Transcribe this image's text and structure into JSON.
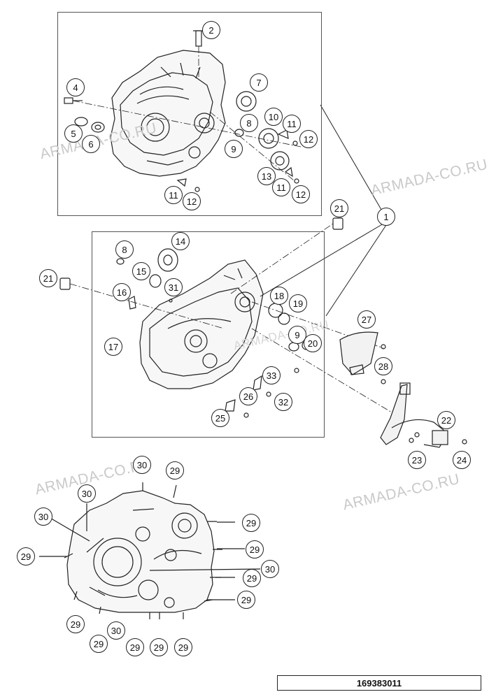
{
  "watermark": "ARMADA-CO.RU",
  "drawing_number": "169383011",
  "callouts": {
    "c1": "1",
    "c2": "2",
    "c4": "4",
    "c5": "5",
    "c6": "6",
    "c7": "7",
    "c8": "8",
    "c9": "9",
    "c10": "10",
    "c11a": "11",
    "c12a": "12",
    "c13": "13",
    "c11b": "11",
    "c12b": "12",
    "c11c": "11",
    "c12c": "12",
    "c14": "14",
    "c8b": "8",
    "c15": "15",
    "c16": "16",
    "c31": "31",
    "c18": "18",
    "c19": "19",
    "c17": "17",
    "c21a": "21",
    "c21b": "21",
    "c9b": "9",
    "c20": "20",
    "c27": "27",
    "c28": "28",
    "c33": "33",
    "c26": "26",
    "c32": "32",
    "c25": "25",
    "c22": "22",
    "c23": "23",
    "c24": "24",
    "c30a": "30",
    "c29a": "29",
    "c30b": "30",
    "c30c": "30",
    "c29b": "29",
    "c29c": "29",
    "c29d": "29",
    "c29e": "29",
    "c30d": "30",
    "c29f": "29",
    "c29g": "29",
    "c29h": "29",
    "c30e": "30",
    "c29i": "29",
    "c29j": "29",
    "c29k": "29"
  }
}
